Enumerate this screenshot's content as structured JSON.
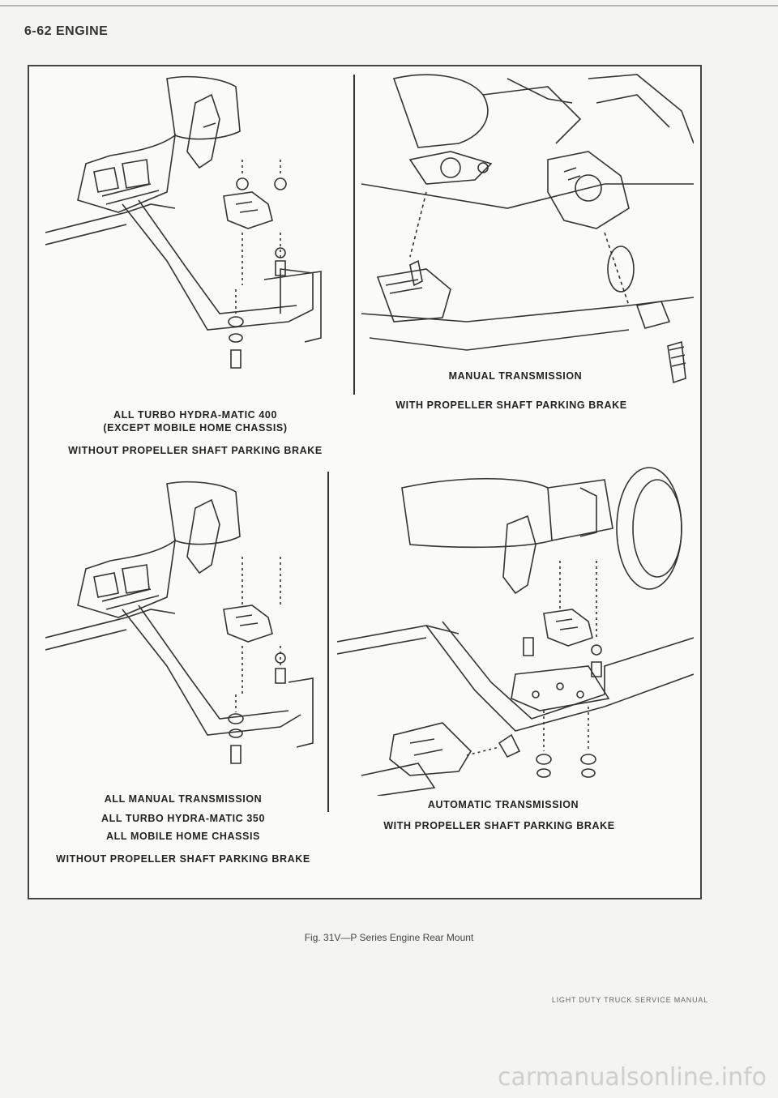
{
  "header": {
    "title": "6-62 ENGINE"
  },
  "panels": {
    "top_left": {
      "line1": "ALL TURBO HYDRA-MATIC 400",
      "line2": "(EXCEPT MOBILE HOME CHASSIS)",
      "line3": "WITHOUT PROPELLER SHAFT PARKING BRAKE"
    },
    "top_right": {
      "line1": "MANUAL TRANSMISSION",
      "line2": "WITH PROPELLER SHAFT PARKING BRAKE"
    },
    "bottom_left": {
      "line1": "ALL MANUAL TRANSMISSION",
      "line2": "ALL TURBO HYDRA-MATIC 350",
      "line3": "ALL MOBILE HOME CHASSIS",
      "line4": "WITHOUT PROPELLER SHAFT PARKING BRAKE"
    },
    "bottom_right": {
      "line1": "AUTOMATIC TRANSMISSION",
      "line2": "WITH PROPELLER SHAFT PARKING BRAKE"
    }
  },
  "figure": {
    "caption": "Fig. 31V—P Series Engine Rear Mount"
  },
  "footer": {
    "text": "LIGHT DUTY TRUCK SERVICE MANUAL"
  },
  "watermark": {
    "text": "carmanualsonline.info"
  }
}
